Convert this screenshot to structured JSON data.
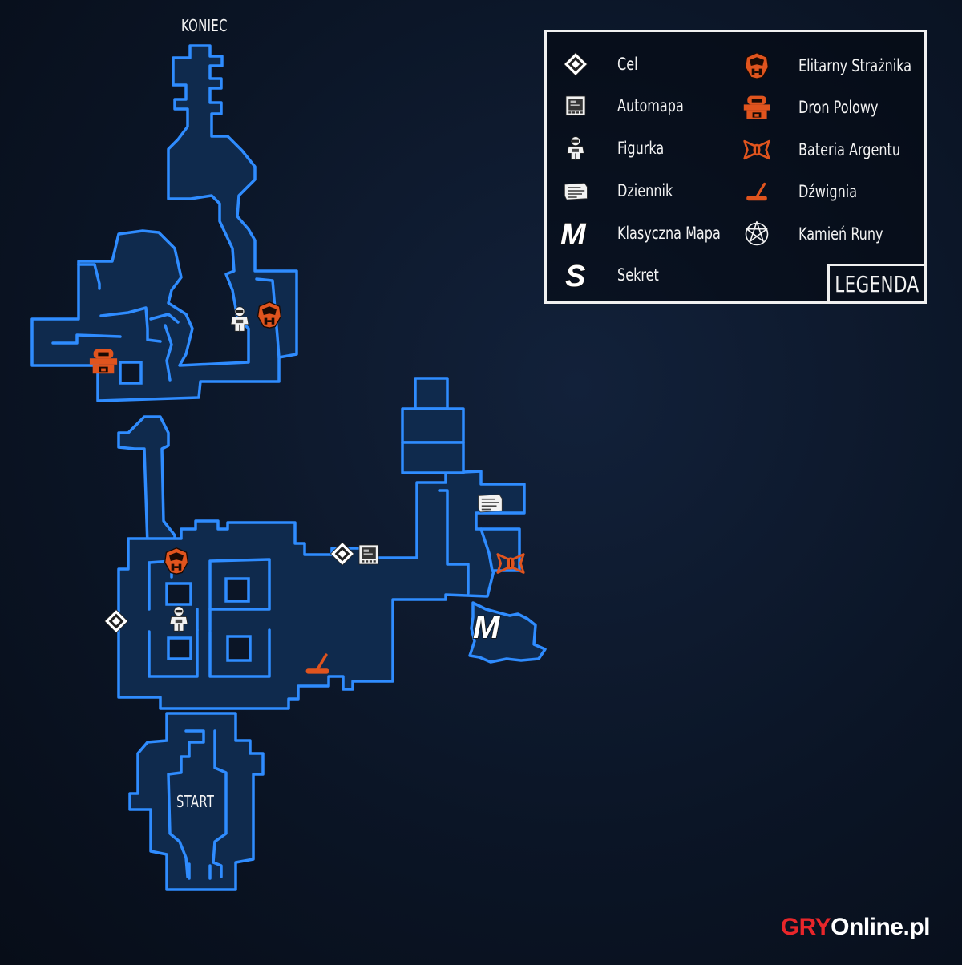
{
  "map": {
    "end_label": "KONIEC",
    "start_label": "START"
  },
  "legend": {
    "title": "LEGENDA",
    "items": [
      {
        "icon": "objective-diamond-icon",
        "label": "Cel"
      },
      {
        "icon": "automap-icon",
        "label": "Automapa"
      },
      {
        "icon": "figurine-icon",
        "label": "Figurka"
      },
      {
        "icon": "journal-icon",
        "label": "Dziennik"
      },
      {
        "icon": "classic-map-icon",
        "label": "Klasyczna Mapa",
        "glyph": "M"
      },
      {
        "icon": "secret-icon",
        "label": "Sekret",
        "glyph": "S"
      },
      {
        "icon": "elite-guard-icon",
        "label": "Elitarny Strażnika"
      },
      {
        "icon": "field-drone-icon",
        "label": "Dron Polowy"
      },
      {
        "icon": "argent-cell-icon",
        "label": "Bateria Argentu"
      },
      {
        "icon": "lever-icon",
        "label": "Dźwignia"
      },
      {
        "icon": "rune-stone-icon",
        "label": "Kamień Runy"
      }
    ]
  },
  "markers": {
    "classic_map_glyph": "M"
  },
  "brand": {
    "part1": "GRY",
    "part2": "Online.pl"
  },
  "colors": {
    "wall": "#2f8cff",
    "floor": "#0f2a4d",
    "enemy": "#e0541e",
    "brand_red": "#e8262a"
  }
}
